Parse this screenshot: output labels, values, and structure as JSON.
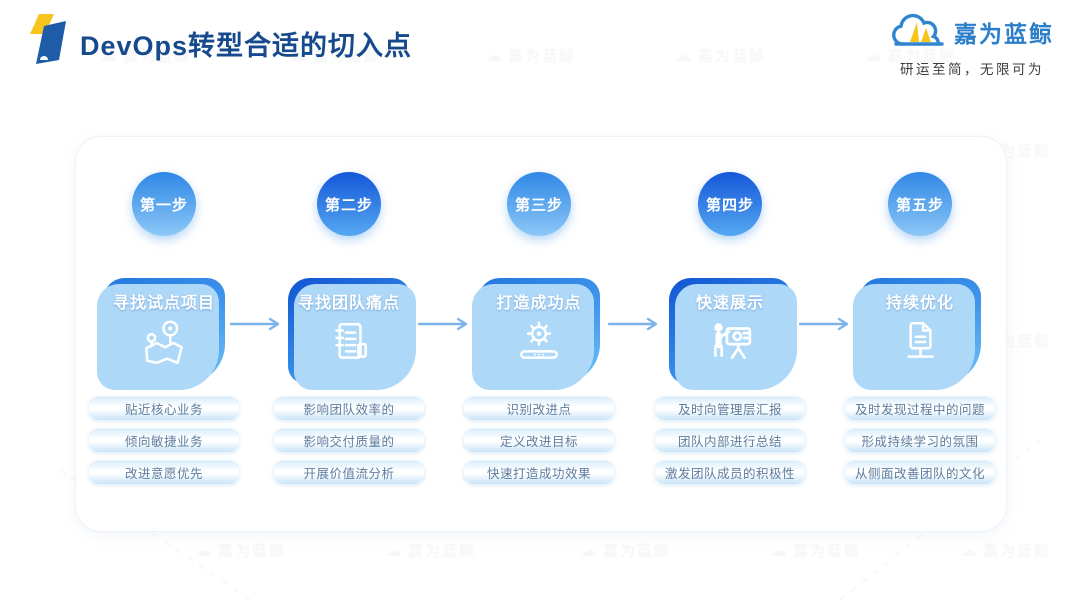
{
  "header": {
    "title": "DevOps转型合适的切入点",
    "brand": {
      "name": "嘉为蓝鲸",
      "tagline": "研运至简，无限可为"
    }
  },
  "watermark": "嘉为蓝鲸",
  "steps": [
    {
      "badge": "第一步",
      "variant": "light",
      "title": "寻找试点项目",
      "icon": "map-location-icon",
      "bullets": [
        "贴近核心业务",
        "倾向敏捷业务",
        "改进意愿优先"
      ]
    },
    {
      "badge": "第二步",
      "variant": "dark",
      "title": "寻找团队痛点",
      "icon": "pain-point-list-icon",
      "bullets": [
        "影响团队效率的",
        "影响交付质量的",
        "开展价值流分析"
      ]
    },
    {
      "badge": "第三步",
      "variant": "light",
      "title": "打造成功点",
      "icon": "laptop-gear-icon",
      "bullets": [
        "识别改进点",
        "定义改进目标",
        "快速打造成功效果"
      ]
    },
    {
      "badge": "第四步",
      "variant": "dark",
      "title": "快速展示",
      "icon": "presentation-icon",
      "bullets": [
        "及时向管理层汇报",
        "团队内部进行总结",
        "激发团队成员的积极性"
      ]
    },
    {
      "badge": "第五步",
      "variant": "light",
      "title": "持续优化",
      "icon": "document-optimize-icon",
      "bullets": [
        "及时发现过程中的问题",
        "形成持续学习的氛围",
        "从侧面改善团队的文化"
      ]
    }
  ],
  "colors": {
    "title_navy": "#164a8c",
    "brand_blue": "#2b7ec9",
    "brand_yellow": "#f5c51c",
    "card_blue_light": "#4298ec",
    "card_blue_dark": "#1254d2",
    "badge_light_top": "#2f87e6",
    "badge_dark_top": "#1457d8",
    "arrow_blue": "#7db3e9",
    "pill_text": "#5f7d9e"
  }
}
